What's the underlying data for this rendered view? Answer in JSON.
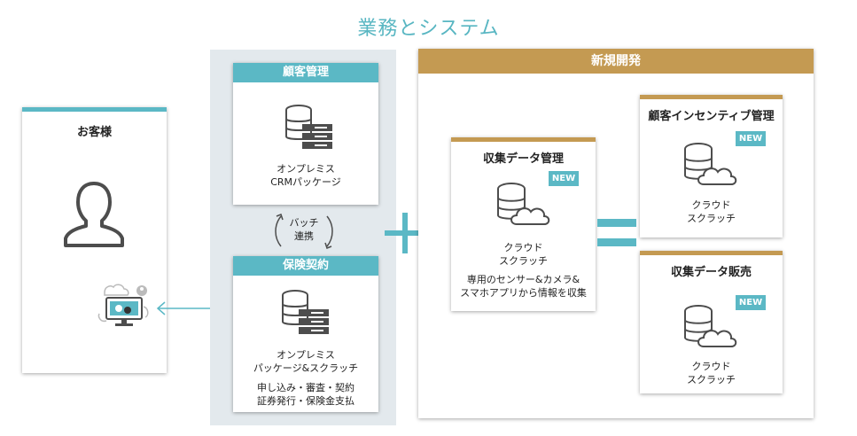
{
  "title": "業務とシステム",
  "customer": {
    "title": "お客様"
  },
  "sections": {
    "crm": {
      "header": "顧客管理",
      "line1": "オンプレミス",
      "line2": "CRMパッケージ"
    },
    "batch": {
      "line1": "バッチ",
      "line2": "連携"
    },
    "insurance": {
      "header": "保険契約",
      "line1": "オンプレミス",
      "line2": "パッケージ&スクラッチ",
      "desc1": "申し込み・審査・契約",
      "desc2": "証券発行・保険金支払"
    }
  },
  "new_dev": {
    "header": "新規開発",
    "collection": {
      "title": "収集データ管理",
      "badge": "NEW",
      "line1": "クラウド",
      "line2": "スクラッチ",
      "desc1": "専用のセンサー&カメラ&",
      "desc2": "スマホアプリから情報を収集"
    },
    "incentive": {
      "title": "顧客インセンティブ管理",
      "badge": "NEW",
      "line1": "クラウド",
      "line2": "スクラッチ"
    },
    "sales": {
      "title": "収集データ販売",
      "badge": "NEW",
      "line1": "クラウド",
      "line2": "スクラッチ"
    }
  },
  "colors": {
    "teal": "#5bb8c5",
    "gold": "#c49a52",
    "panel": "#e3e9ed",
    "icon": "#4d4d4d"
  }
}
